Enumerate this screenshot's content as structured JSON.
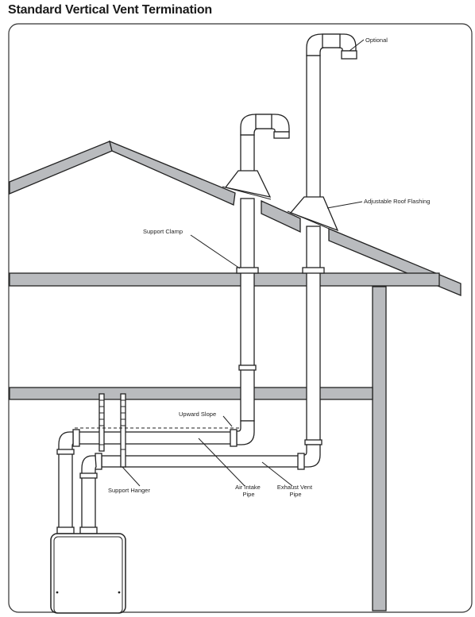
{
  "title": "Standard Vertical Vent Termination",
  "labels": {
    "optional": "Optional",
    "adjustable_roof_flashing": "Adjustable Roof Flashing",
    "support_clamp": "Support Clamp",
    "upward_slope": "Upward Slope",
    "support_hanger": "Support Hanger",
    "air_intake_pipe": [
      "Air Intake",
      "Pipe"
    ],
    "exhaust_vent_pipe": [
      "Exhaust Vent",
      "Pipe"
    ]
  },
  "colors": {
    "structure": "#b9bbbe",
    "line": "#222222",
    "pipe": "#ffffff"
  }
}
